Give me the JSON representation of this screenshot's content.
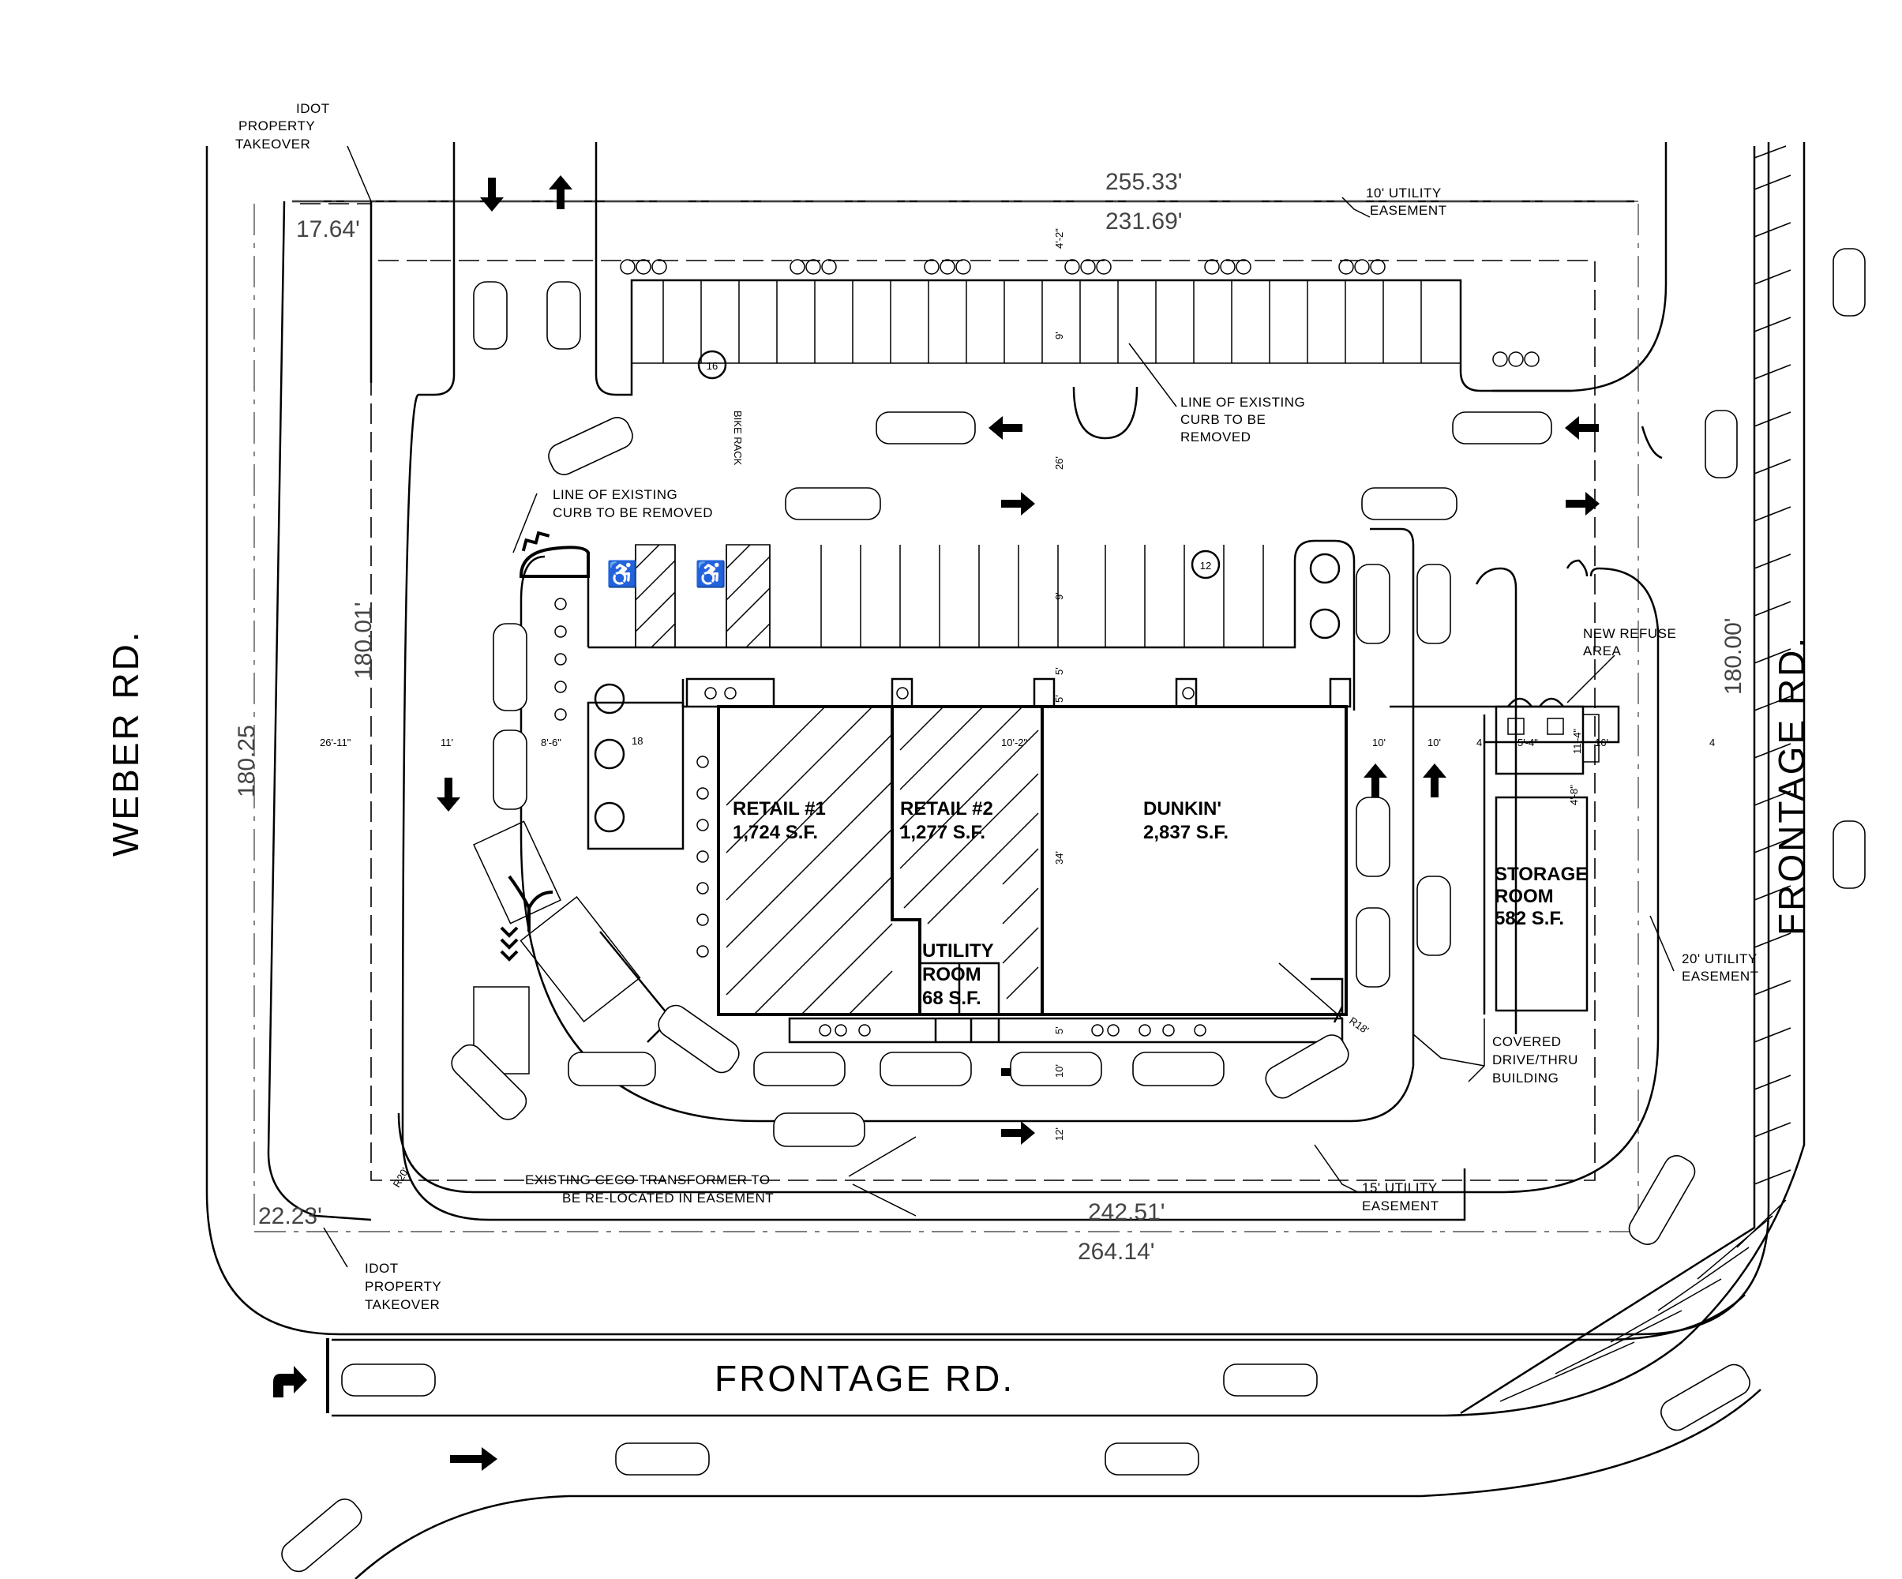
{
  "streets": {
    "west": "WEBER RD.",
    "east": "FRONTAGE RD.",
    "south": "FRONTAGE RD."
  },
  "dimensions": {
    "top_outer": "255.33'",
    "top_inner": "231.69'",
    "bottom_inner": "242.51'",
    "bottom_outer": "264.14'",
    "west_outer": "180.25",
    "west_inner": "180.01'",
    "east": "180.00'",
    "corner_nw": "17.64'",
    "corner_sw": "22.23'",
    "drive_26_11": "26'-11\"",
    "drive_11": "11'",
    "drive_8_6": "8'-6\"",
    "drive_10_2": "10'-2\"",
    "east_10a": "10'",
    "east_10b": "10'",
    "east_4a": "4",
    "east_5_4": "5'-4\"",
    "east_16": "16'",
    "east_4b": "4",
    "refuse_11_4": "11'-4\"",
    "refuse_4_8": "4'-8\"",
    "aisle_26": "26'",
    "stall_9a": "9'",
    "stall_9b": "9'",
    "stall_4_2": "4'-2\"",
    "bldg_34": "34'",
    "south_12": "12'",
    "south_10": "10'",
    "walk_5a": "5'",
    "walk_5b": "5'",
    "walk_5c": "5'",
    "radius_20": "R20'",
    "radius_18": "R18'",
    "count_16": "16",
    "count_12": "12",
    "count_18": "18"
  },
  "annotations": {
    "idot_top": [
      "IDOT",
      "PROPERTY",
      "TAKEOVER"
    ],
    "idot_bottom": [
      "IDOT",
      "PROPERTY",
      "TAKEOVER"
    ],
    "util_10": [
      "10' UTILITY",
      "EASEMENT"
    ],
    "util_20": [
      "20' UTILITY",
      "EASEMENT"
    ],
    "util_15": [
      "15' UTILITY",
      "EASEMENT"
    ],
    "curb_top": [
      "LINE OF EXISTING",
      "CURB TO BE",
      "REMOVED"
    ],
    "curb_left": [
      "LINE OF EXISTING",
      "CURB TO BE REMOVED"
    ],
    "refuse": [
      "NEW REFUSE",
      "AREA"
    ],
    "covered": [
      "COVERED",
      "DRIVE/THRU",
      "BUILDING"
    ],
    "transformer": [
      "EXISTING CECO TRANSFORMER TO",
      "BE RE-LOCATED IN EASEMENT"
    ],
    "bike_rack": "BIKE RACK"
  },
  "rooms": {
    "retail1": {
      "name": "RETAIL #1",
      "area": "1,724 S.F."
    },
    "retail2": {
      "name": "RETAIL #2",
      "area": "1,277 S.F."
    },
    "dunkin": {
      "name": "DUNKIN'",
      "area": "2,837 S.F."
    },
    "utility": {
      "name": [
        "UTILITY",
        "ROOM"
      ],
      "area": "68 S.F."
    },
    "storage": {
      "name": [
        "STORAGE",
        "ROOM"
      ],
      "area": "582 S.F."
    }
  }
}
